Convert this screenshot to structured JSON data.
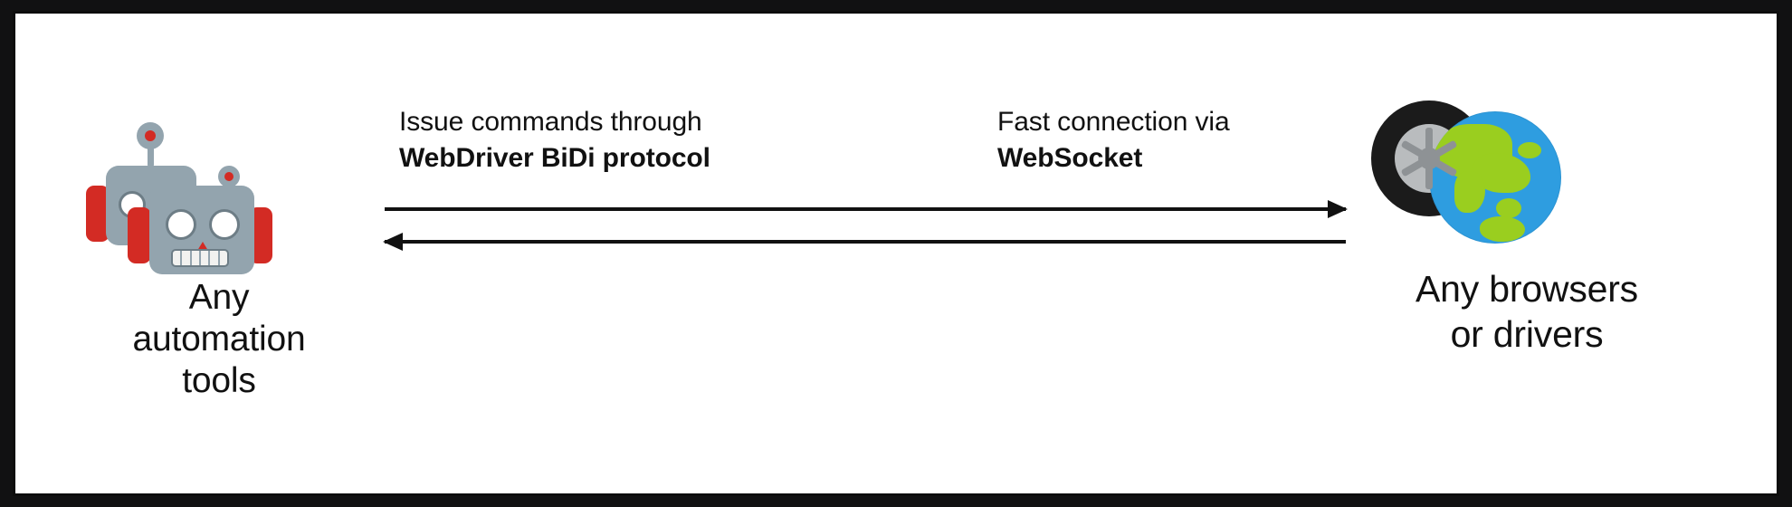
{
  "diagram": {
    "type": "architecture-flow",
    "title_present": false,
    "background": "#ffffff",
    "border_color": "#0d0d0d",
    "text_color": "#111111",
    "nodes": [
      {
        "id": "automation-tools",
        "icon": "robot-icon",
        "label": "Any\nautomation\ntools",
        "position": "left"
      },
      {
        "id": "browsers-drivers",
        "icon": "globe-tire-icon",
        "label": "Any browsers\nor drivers",
        "position": "right"
      }
    ],
    "connections": [
      {
        "id": "commands",
        "direction": "left-to-right",
        "caption_line1": "Issue commands through",
        "caption_line2": "WebDriver BiDi protocol",
        "line2_bold": true
      },
      {
        "id": "events",
        "direction": "right-to-left",
        "caption_line1": "Fast connection via",
        "caption_line2": "WebSocket",
        "line2_bold": true
      }
    ],
    "icons": {
      "robot": {
        "name": "robot-icon",
        "head_color": "#93a4ae",
        "accent_color": "#d32b24",
        "count": 2
      },
      "globe": {
        "name": "globe-icon",
        "ocean_color": "#2e9de0",
        "land_color": "#9ace1f"
      },
      "tire": {
        "name": "tire-icon",
        "tread_color": "#1b1b1b",
        "rim_color": "#b9bcbe"
      }
    }
  }
}
